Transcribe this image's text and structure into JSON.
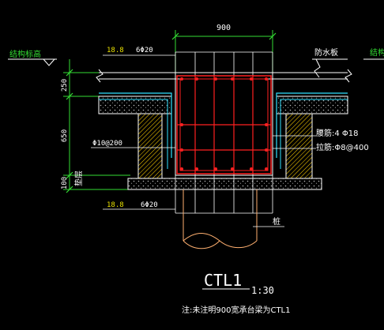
{
  "colors": {
    "background": "#000000",
    "white": "#ffffff",
    "green": "#33dd33",
    "yellow": "#e8e000",
    "red": "#ff2020",
    "cyan": "#30e0ff",
    "hatch_gray": "#b8b8b8"
  },
  "dims": {
    "top_width": "900",
    "d250": "250",
    "d650": "650",
    "d100": "100"
  },
  "labels": {
    "structural_level_left": "结构标高",
    "structural_level_right": "结构",
    "waterproof_board": "防水板",
    "top_bar_grade": "18.8",
    "top_bar_spec": "6Φ20",
    "bottom_bar_grade": "18.8",
    "bottom_bar_spec": "6Φ20",
    "stirrup": "Φ10@200",
    "waist_bar": "腰筋:4 Φ18",
    "tie_bar": "拉筋:Φ8@400",
    "cushion": "垫层",
    "pile": "桩"
  },
  "title": {
    "name": "CTL1",
    "scale": "1:30",
    "note": "注:未注明900宽承台梁为CTL1"
  }
}
